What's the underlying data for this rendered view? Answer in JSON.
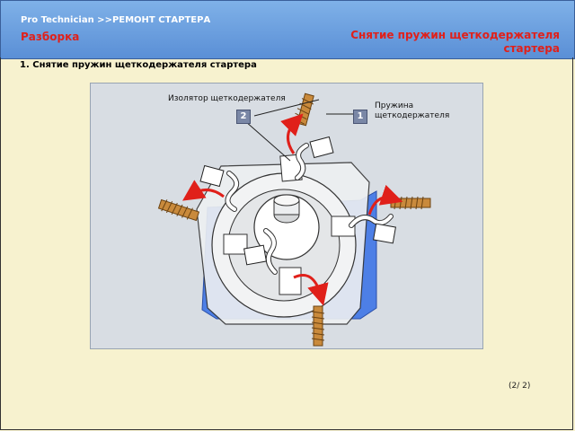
{
  "header": {
    "breadcrumb": "Pro  Technician >>РЕМОНТ СТАРТЕРА",
    "section": "Разборка",
    "subtitle": "Снятие пружин щеткодержателя стартера"
  },
  "step": "1. Снятие пружин щеткодержателя стартера",
  "figure": {
    "label_insulator": "Изолятор щеткодержателя",
    "label_spring": "Пружина щеткодержателя",
    "badge_1": "1",
    "badge_2": "2"
  },
  "pager": "(2/ 2)",
  "colors": {
    "header": "#6fa2e0",
    "accent_text": "#e0201a",
    "background": "#f7f2cf",
    "spring": "#c98a3c",
    "arrow": "#e0201a",
    "housing": "#4d7fe6"
  }
}
